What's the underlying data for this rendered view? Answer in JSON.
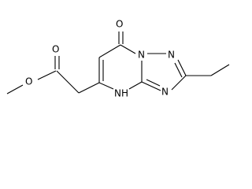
{
  "structure": {
    "atom_labels": {
      "carbonyl_oxygen": "O",
      "ester_carbonyl_oxygen": "O",
      "ester_ether_oxygen": "O",
      "ring_nitrogen_bridge": "N",
      "ring_nitrogen_triazole": "N",
      "ring_nitrogen_lower": "N",
      "ring_nh": "N",
      "nh_hydrogen": "H"
    }
  }
}
